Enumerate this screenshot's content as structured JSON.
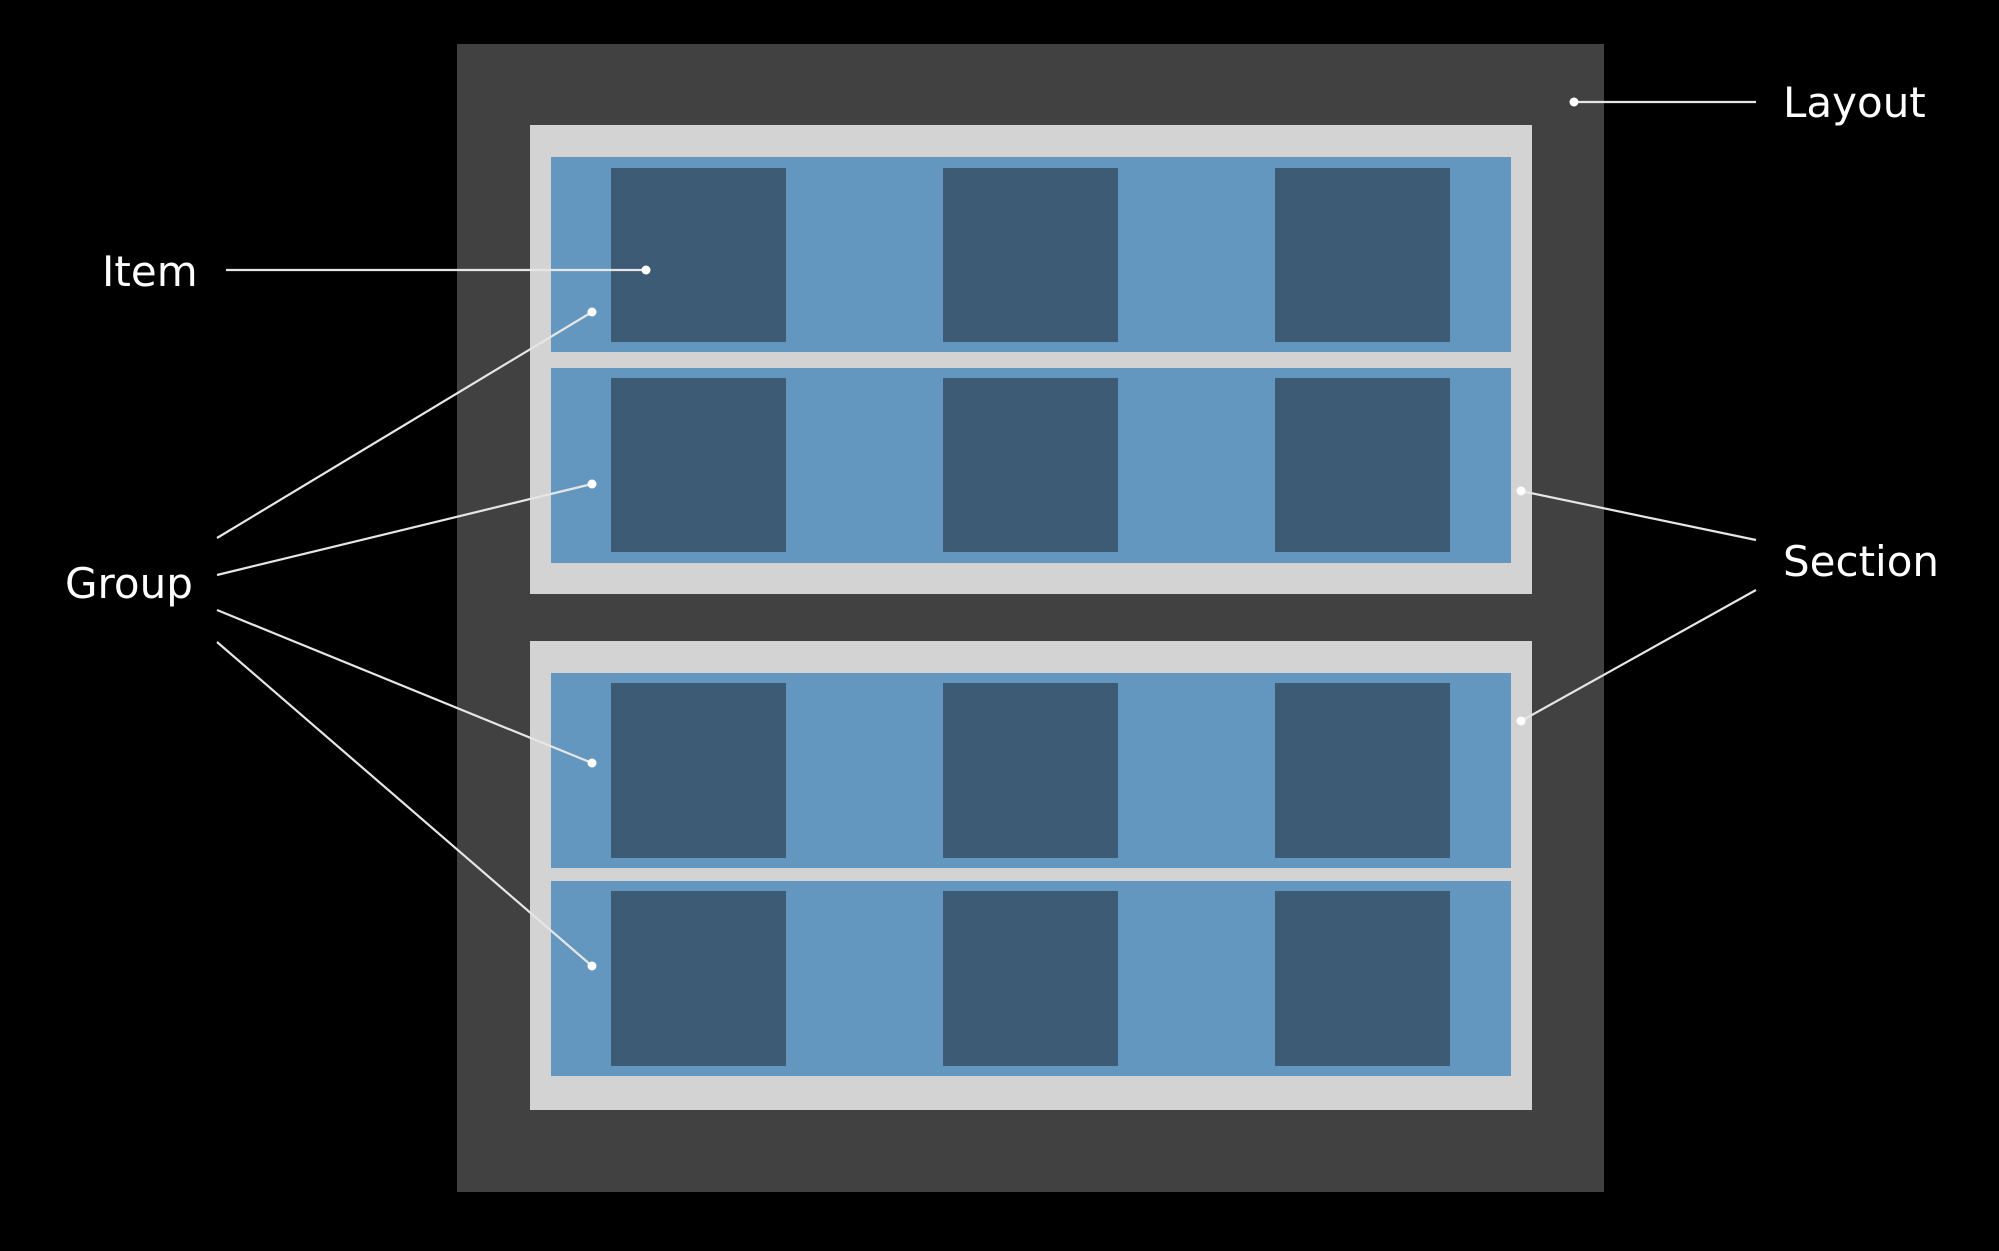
{
  "labels": {
    "layout": "Layout",
    "item": "Item",
    "group": "Group",
    "section": "Section"
  },
  "structure": {
    "sections": 2,
    "groups_per_section": 2,
    "items_per_group": 3
  },
  "colors": {
    "background": "#000000",
    "layout": "#414141",
    "section": "#d3d3d3",
    "group": "#6497c0",
    "item": "#3d5b75",
    "leader_line": "#e6e6e6",
    "text": "#ffffff"
  }
}
